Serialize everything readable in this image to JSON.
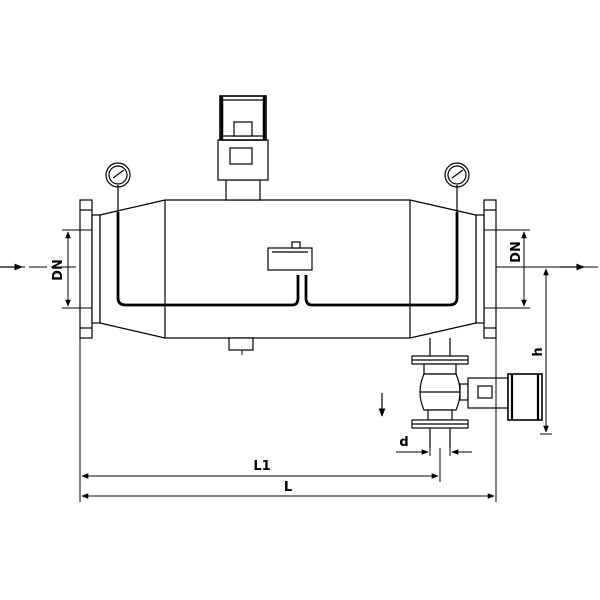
{
  "labels": {
    "dn_left": "DN",
    "dn_right": "DN",
    "h": "h",
    "d": "d",
    "l1": "L1",
    "l": "L"
  }
}
